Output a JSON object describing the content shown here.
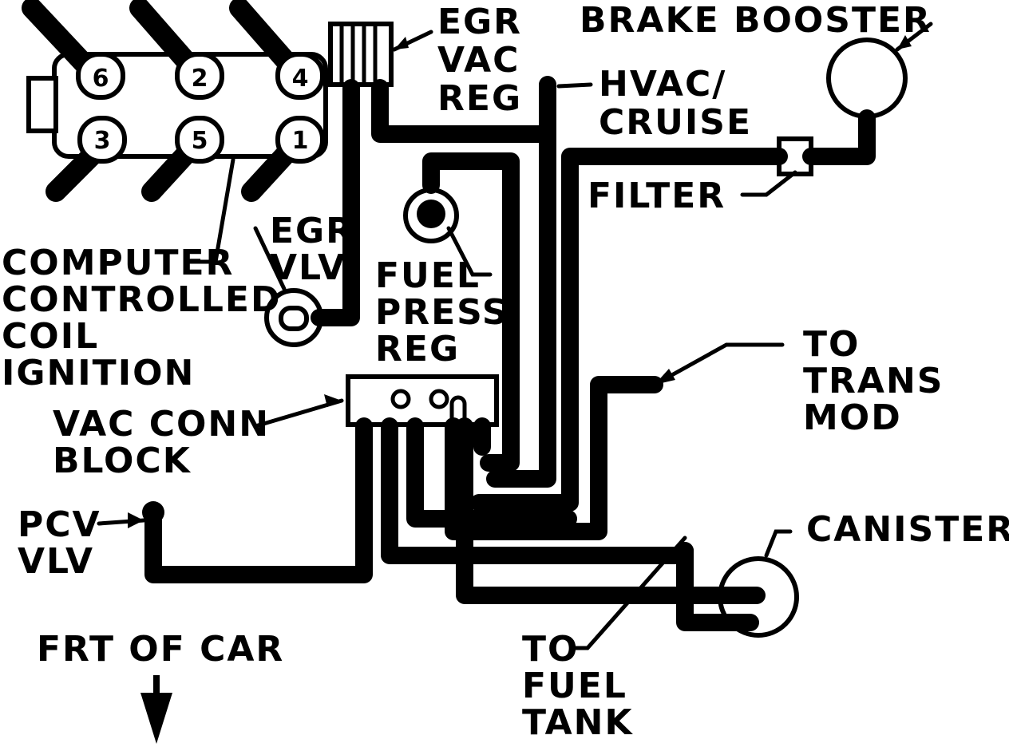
{
  "labels": {
    "brake_booster": "BRAKE BOOSTER",
    "egr_vac_reg": [
      "EGR",
      "VAC",
      "REG"
    ],
    "hvac_cruise": [
      "HVAC/",
      "CRUISE"
    ],
    "filter": "FILTER",
    "computer_controlled": [
      "COMPUTER",
      "CONTROLLED",
      "COIL",
      "IGNITION"
    ],
    "egr_vlv": [
      "EGR",
      "VLV"
    ],
    "fuel_press_reg": [
      "FUEL",
      "PRESS",
      "REG"
    ],
    "to_trans_mod": [
      "TO",
      "TRANS",
      "MOD"
    ],
    "vac_conn_block": [
      "VAC CONN",
      "BLOCK"
    ],
    "canister": "CANISTER",
    "pcv_vlv": [
      "PCV",
      "VLV"
    ],
    "to_fuel_tank": [
      "TO",
      "FUEL",
      "TANK"
    ],
    "frt_of_car": "FRT OF CAR"
  },
  "cylinders": [
    "6",
    "2",
    "4",
    "3",
    "5",
    "1"
  ]
}
